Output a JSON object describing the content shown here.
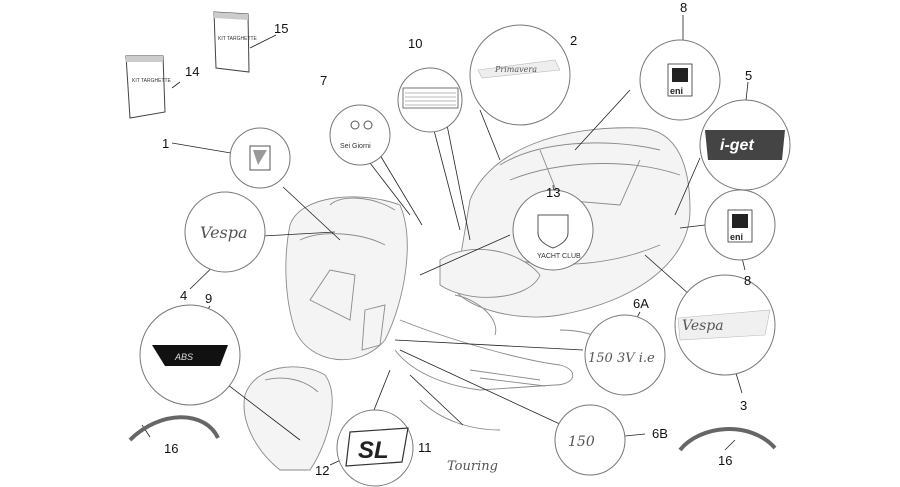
{
  "callouts": [
    {
      "id": "1",
      "label": "1"
    },
    {
      "id": "2",
      "label": "2"
    },
    {
      "id": "3",
      "label": "3"
    },
    {
      "id": "4",
      "label": "4"
    },
    {
      "id": "5",
      "label": "5"
    },
    {
      "id": "6a",
      "label": "6A"
    },
    {
      "id": "6b",
      "label": "6B"
    },
    {
      "id": "7",
      "label": "7"
    },
    {
      "id": "8a",
      "label": "8"
    },
    {
      "id": "8b",
      "label": "8"
    },
    {
      "id": "9",
      "label": "9"
    },
    {
      "id": "10",
      "label": "10"
    },
    {
      "id": "11",
      "label": "11"
    },
    {
      "id": "12",
      "label": "12"
    },
    {
      "id": "13",
      "label": "13"
    },
    {
      "id": "14",
      "label": "14"
    },
    {
      "id": "15",
      "label": "15"
    },
    {
      "id": "16a",
      "label": "16"
    },
    {
      "id": "16b",
      "label": "16"
    }
  ],
  "decals": {
    "kit_targhette_1": "KIT TARGHETTE",
    "kit_targhette_2": "KIT TARGHETTE",
    "primavera": "Primavera",
    "eni_top": "eni",
    "eni_side": "eni",
    "iget": "i-get",
    "vespa_front": "Vespa",
    "vespa_side": "Vespa",
    "abs": "ABS",
    "sei_giorni": "Sei Giorni",
    "yacht_club": "YACHT CLUB",
    "model_150_3v": "150 3V i.e",
    "model_150": "150",
    "sl": "SL",
    "touring": "Touring"
  }
}
